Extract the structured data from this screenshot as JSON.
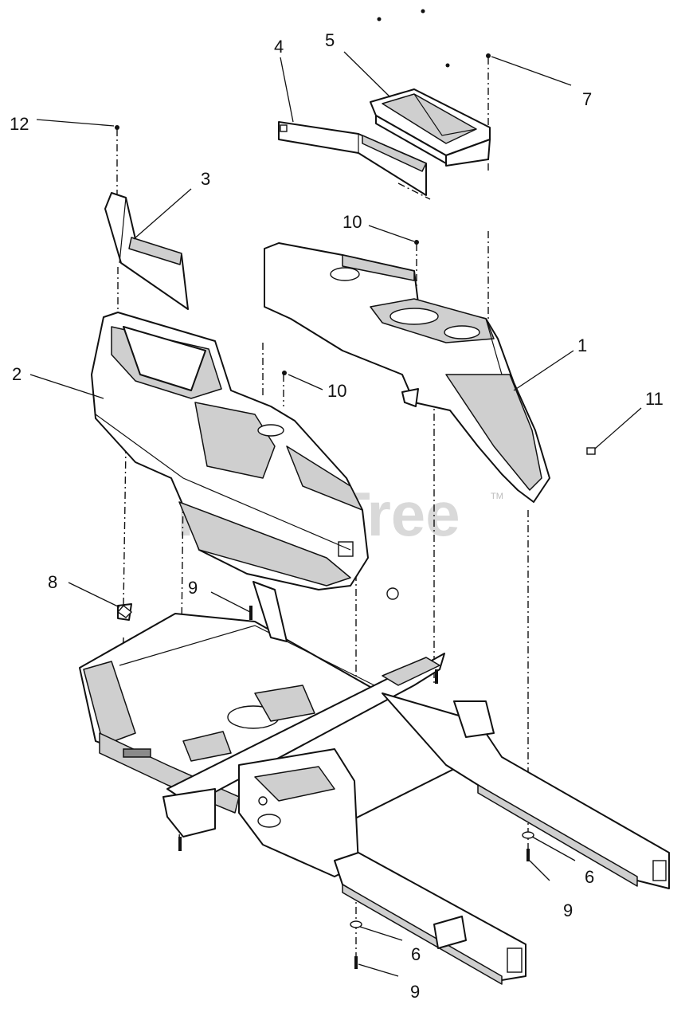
{
  "watermark": {
    "text": "PartsTree",
    "trademark": "TM"
  },
  "callouts": [
    {
      "id": "c1",
      "label": "1"
    },
    {
      "id": "c2",
      "label": "2"
    },
    {
      "id": "c3",
      "label": "3"
    },
    {
      "id": "c4",
      "label": "4"
    },
    {
      "id": "c5",
      "label": "5"
    },
    {
      "id": "c6a",
      "label": "6"
    },
    {
      "id": "c6b",
      "label": "6"
    },
    {
      "id": "c7",
      "label": "7"
    },
    {
      "id": "c8",
      "label": "8"
    },
    {
      "id": "c9a",
      "label": "9"
    },
    {
      "id": "c9b",
      "label": "9"
    },
    {
      "id": "c9c",
      "label": "9"
    },
    {
      "id": "c10a",
      "label": "10"
    },
    {
      "id": "c10b",
      "label": "10"
    },
    {
      "id": "c11",
      "label": "11"
    },
    {
      "id": "c12",
      "label": "12"
    }
  ]
}
